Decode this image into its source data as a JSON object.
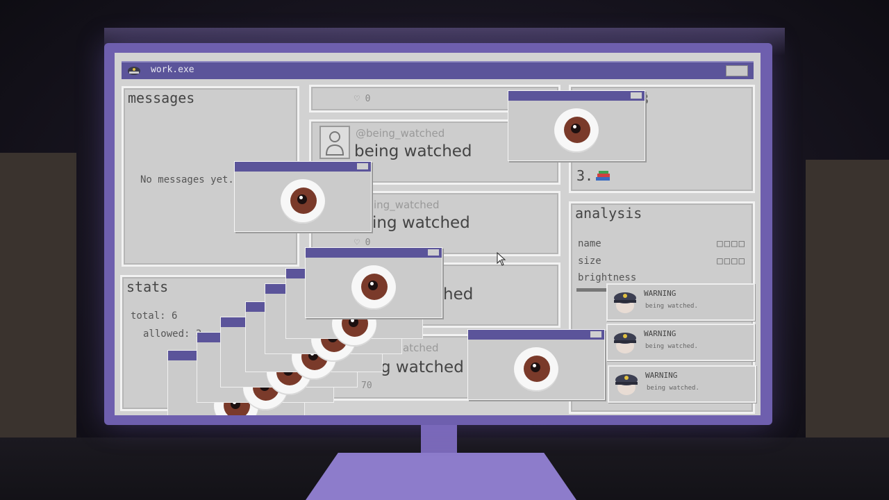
{
  "window": {
    "title": "work.exe",
    "close_label": ""
  },
  "messages": {
    "title": "messages",
    "empty_text": "No messages yet."
  },
  "stats": {
    "title": "stats",
    "total_text": "total: 6",
    "allowed_text": "allowed: 3"
  },
  "feed": {
    "posts": [
      {
        "handle": "",
        "body": "",
        "likes": "♡ 0"
      },
      {
        "handle": "@being_watched",
        "body": "being watched",
        "likes": ""
      },
      {
        "handle": "ing_watched",
        "body": "ing watched",
        "likes": "♡ 0"
      },
      {
        "handle": "",
        "body": "hed",
        "likes": ""
      },
      {
        "handle": "atched",
        "body": "g watched",
        "likes": "70"
      }
    ]
  },
  "ranking": {
    "item_partial": "3",
    "item3": "3."
  },
  "analysis": {
    "title": "analysis",
    "rows": [
      {
        "label": "name",
        "value": "□□□□"
      },
      {
        "label": "size",
        "value": "□□□□"
      },
      {
        "label": "brightness",
        "value": ""
      }
    ]
  },
  "warnings": [
    {
      "title": "WARNING",
      "text": "being watched."
    },
    {
      "title": "WARNING",
      "text": "being watched."
    },
    {
      "title": "WARNING",
      "text": "being watched."
    }
  ],
  "colors": {
    "titlebar": "#5b549a",
    "iris": "#7a3a2a",
    "bezel": "#6e5fae"
  },
  "icons": {
    "window": "police-cap-icon",
    "popup": "eye-icon",
    "warning": "police-officer-icon"
  }
}
